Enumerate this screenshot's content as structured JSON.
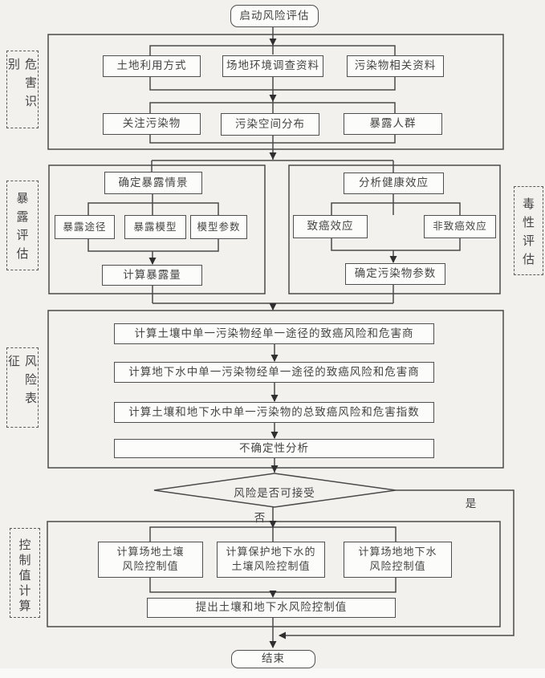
{
  "palette": {
    "background": "#f2f1ee",
    "box_fill": "#fcfcfb",
    "line_color": "#4a4a4a",
    "text_color": "#454545",
    "bottom_strip": "#f9f9f7"
  },
  "start": {
    "label": "启动风险评估"
  },
  "stages": {
    "hazard_label": "危害识别",
    "exposure_label": "暴露评估",
    "toxicity_label": "毒性评估",
    "characterization_label": "风险表征",
    "control_label": "控制值计算"
  },
  "hazard": {
    "row1": [
      "土地利用方式",
      "场地环境调查资料",
      "污染物相关资料"
    ],
    "row2": [
      "关注污染物",
      "污染空间分布",
      "暴露人群"
    ]
  },
  "exposure": {
    "scenario": "确定暴露情景",
    "items": [
      "暴露途径",
      "暴露模型",
      "模型参数"
    ],
    "result": "计算暴露量"
  },
  "toxicity": {
    "analysis": "分析健康效应",
    "items": [
      "致癌效应",
      "非致癌效应"
    ],
    "result": "确定污染物参数"
  },
  "characterization": {
    "steps": [
      "计算土壤中单一污染物经单一途径的致癌风险和危害商",
      "计算地下水中单一污染物经单一途径的致癌风险和危害商",
      "计算土壤和地下水中单一污染物的总致癌风险和危害指数",
      "不确定性分析"
    ]
  },
  "decision": {
    "question": "风险是否可接受",
    "no_label": "否",
    "yes_label": "是"
  },
  "control": {
    "options": [
      "计算场地土壤\n风险控制值",
      "计算保护地下水的\n土壤风险控制值",
      "计算场地地下水\n风险控制值"
    ],
    "result": "提出土壤和地下水风险控制值"
  },
  "end": {
    "label": "结束"
  }
}
